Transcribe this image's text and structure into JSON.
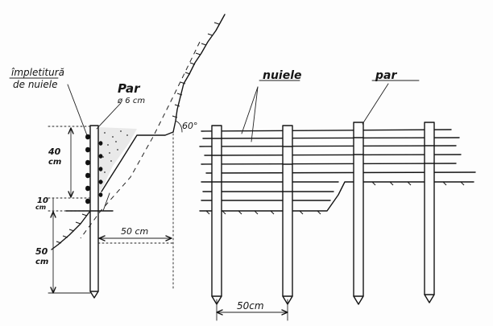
{
  "labels": {
    "wattle": "împletitură",
    "wattle_of": "de nuiele",
    "stake": "Par",
    "stake_diameter": "ø 6 cm",
    "angle": "60°",
    "height_40": "40",
    "height_40_unit": "cm",
    "height_10": "10",
    "height_10_unit": "cm",
    "depth_50": "50",
    "depth_50_unit": "cm",
    "spacing_left": "50 cm",
    "nuiele": "nuiele",
    "par": "par",
    "spacing_right": "50cm"
  }
}
